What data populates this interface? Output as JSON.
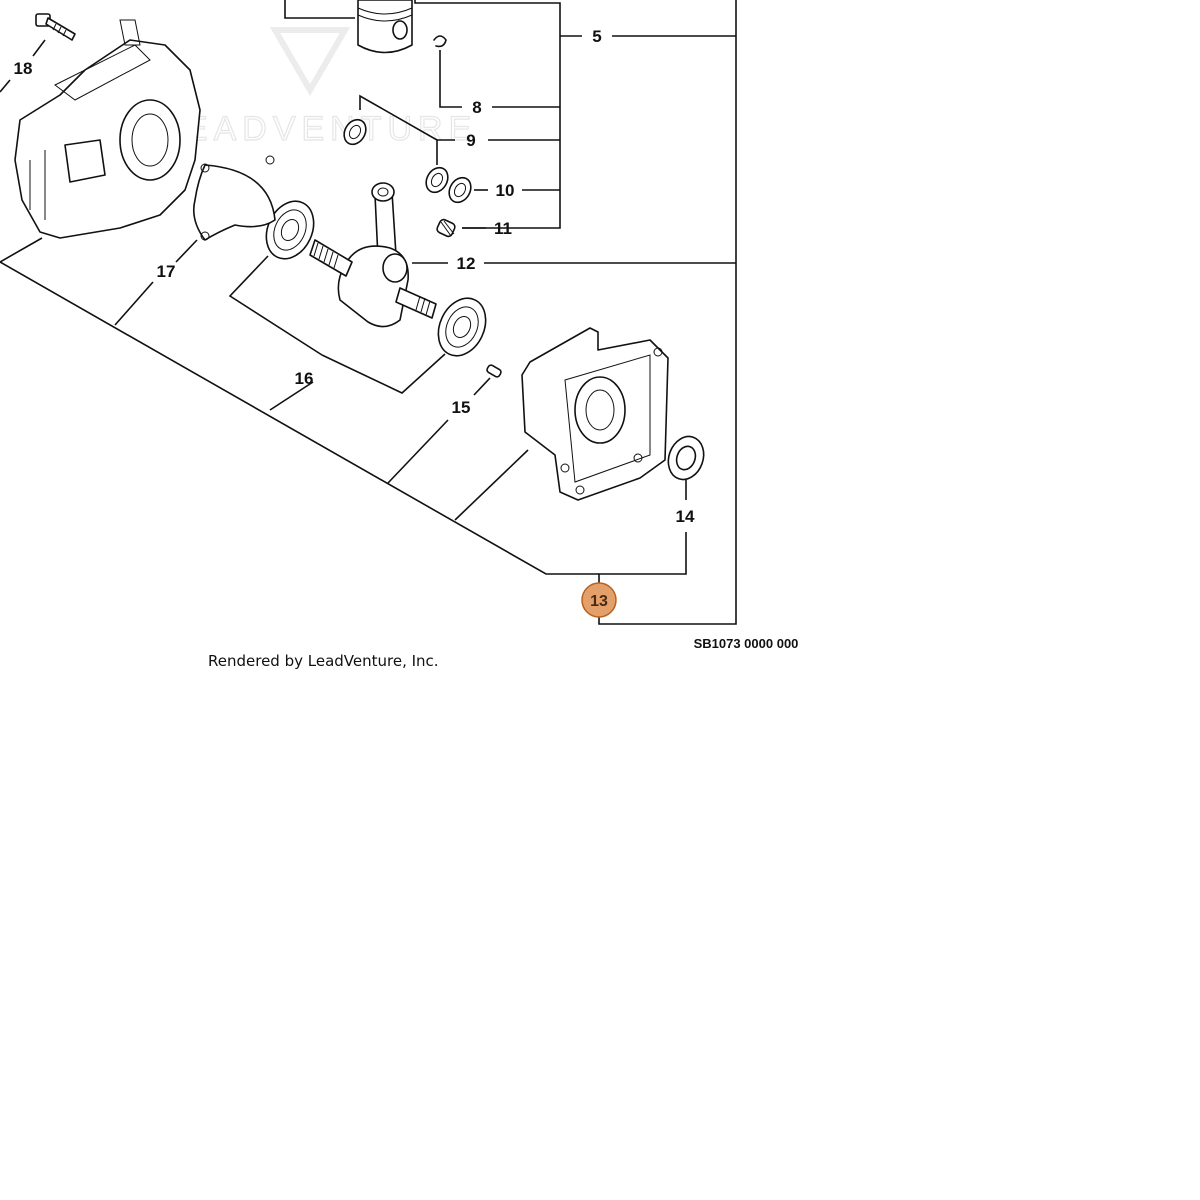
{
  "callouts": {
    "c5": "5",
    "c8": "8",
    "c9": "9",
    "c10": "10",
    "c11": "11",
    "c12": "12",
    "c13": "13",
    "c14": "14",
    "c15": "15",
    "c16": "16",
    "c17": "17",
    "c18": "18"
  },
  "highlight_color": "#e3a06b",
  "highlight_stroke": "#b8611f",
  "reference_code": "SB1073 0000 000",
  "credit": "Rendered by LeadVenture, Inc.",
  "watermark": "LEADVENTURE"
}
